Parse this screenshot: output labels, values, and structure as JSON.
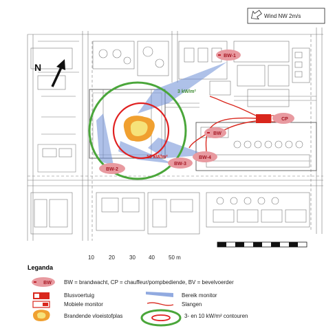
{
  "wind": {
    "label": "Wind NW 2m/s"
  },
  "north": {
    "label": "N"
  },
  "units": [
    {
      "id": "BW-1",
      "label": "BW-1"
    },
    {
      "id": "BW-2",
      "label": "BW-2"
    },
    {
      "id": "BW-3",
      "label": "BW-3"
    },
    {
      "id": "BW-4",
      "label": "BW-4"
    },
    {
      "id": "BW",
      "label": "BW"
    },
    {
      "id": "CP",
      "label": "CP"
    }
  ],
  "contours": {
    "outer_label": "3 kW/m²",
    "inner_label": "10 kW/m²"
  },
  "scalebar": {
    "ticks": [
      "10",
      "20",
      "30",
      "40",
      "50 m"
    ]
  },
  "legend": {
    "title": "Leganda",
    "items": [
      {
        "symbol_label": "BW",
        "text": "BW = brandwacht, CP = chauffeur/pompbediende, BV = bevelvoerder"
      },
      {
        "text": "Blusvoertuig"
      },
      {
        "text": "Bereik monitor"
      },
      {
        "text": "Mobiele monitor"
      },
      {
        "text": "Slangen"
      },
      {
        "text": "Brandende vloeistofplas"
      },
      {
        "text": "3- en 10 kW/m² contouren"
      }
    ]
  },
  "colors": {
    "contour_outer": "#4aa63a",
    "contour_inner": "#e02020",
    "reach": "#6c8ed6",
    "unit_marker": "#e89aa0",
    "vehicle": "#d9261c",
    "hose": "#d9261c",
    "pool_outer": "#f0a030",
    "pool_inner": "#f6e27a"
  }
}
